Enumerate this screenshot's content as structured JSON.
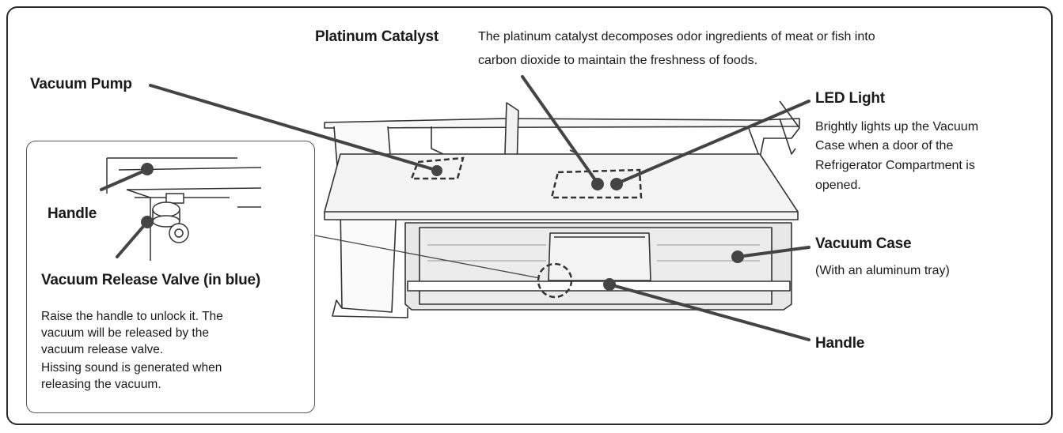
{
  "platinum_catalyst": {
    "title": "Platinum Catalyst",
    "desc_line1": "The platinum catalyst decomposes odor ingredients of meat or fish into",
    "desc_line2": "carbon dioxide to maintain the freshness of foods."
  },
  "vacuum_pump": {
    "title": "Vacuum Pump"
  },
  "led_light": {
    "title": "LED Light",
    "desc_lines": [
      "Brightly lights up the Vacuum",
      "Case when a door of the",
      "Refrigerator Compartment is",
      "opened."
    ]
  },
  "vacuum_case": {
    "title": "Vacuum Case",
    "desc": "(With an aluminum tray)"
  },
  "handle_main": {
    "title": "Handle"
  },
  "inset": {
    "handle_label": "Handle",
    "valve_title": "Vacuum Release Valve (in blue)",
    "desc_lines": [
      "Raise the handle to unlock it. The",
      "vacuum will be released by the",
      "vacuum release valve.",
      "Hissing sound is generated when",
      "releasing the vacuum."
    ]
  }
}
